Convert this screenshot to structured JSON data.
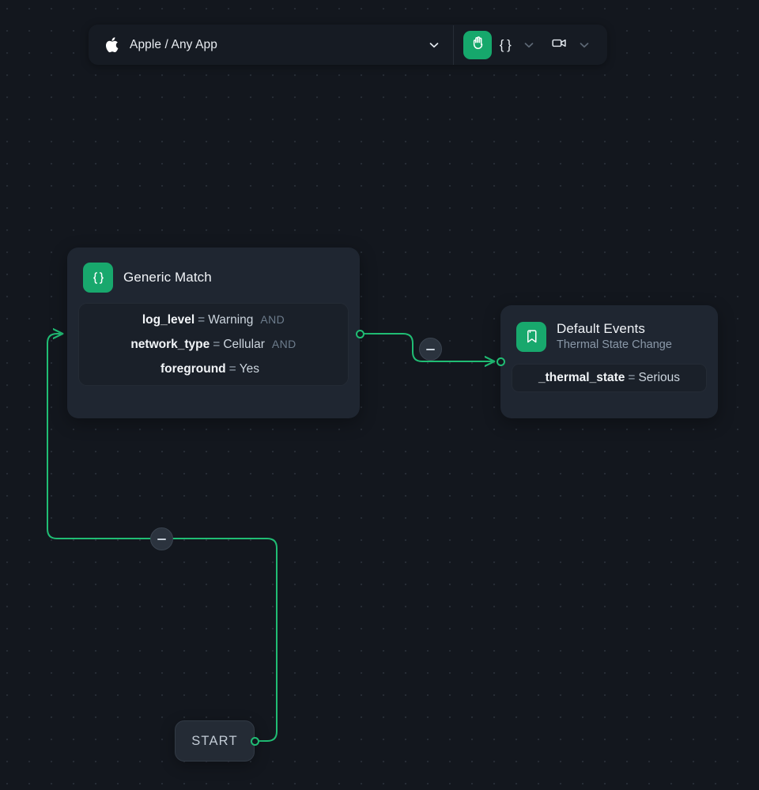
{
  "toolbar": {
    "app_icon": "apple-logo-icon",
    "app_label": "Apple / Any App",
    "app_dropdown_icon": "chevron-down-icon",
    "pan_tool_icon": "hand-icon",
    "braces_label": "{ }",
    "braces_dropdown_icon": "chevron-down-icon",
    "video_icon": "video-camera-icon",
    "video_dropdown_icon": "chevron-down-icon",
    "accent_color": "#16a86c"
  },
  "canvas": {
    "background_color": "#13171e",
    "dot_color": "#262c35",
    "edge_color": "#20bd74"
  },
  "nodes": {
    "generic_match": {
      "icon": "braces-icon",
      "title": "Generic Match",
      "conditions": [
        {
          "key": "log_level",
          "op": "=",
          "value": "Warning",
          "join": "AND"
        },
        {
          "key": "network_type",
          "op": "=",
          "value": "Cellular",
          "join": "AND"
        },
        {
          "key": "foreground",
          "op": "=",
          "value": "Yes",
          "join": ""
        }
      ]
    },
    "default_events": {
      "icon": "bookmark-icon",
      "title": "Default Events",
      "subtitle": "Thermal State Change",
      "chip": {
        "key": "_thermal_state",
        "op": "=",
        "value": "Serious"
      }
    },
    "start": {
      "label": "START"
    }
  },
  "edges": {
    "remove_button_icon": "minus-icon",
    "remove_button_label": "—"
  }
}
